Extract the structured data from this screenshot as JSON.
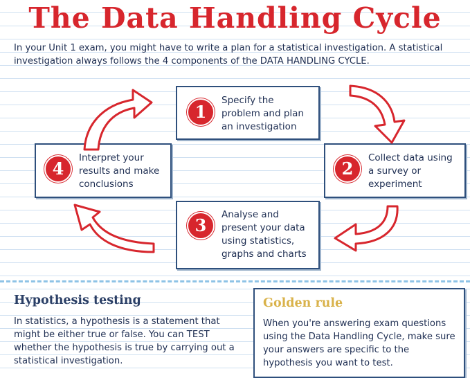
{
  "title": "The Data Handling Cycle",
  "intro": "In your Unit 1 exam, you might have to write a plan for a statistical investigation. A statistical investigation always follows the 4 components of the DATA HANDLING CYCLE.",
  "steps": [
    {
      "number": "1",
      "text": "Specify the problem and plan an investigation"
    },
    {
      "number": "2",
      "text": "Collect data using a survey or experiment"
    },
    {
      "number": "3",
      "text": "Analyse and present your data using statistics, graphs and charts"
    },
    {
      "number": "4",
      "text": "Interpret your results and make conclusions"
    }
  ],
  "hypothesis": {
    "title": "Hypothesis testing",
    "body": "In statistics, a hypothesis is a statement that might be either true or false. You can TEST whether the hypothesis is true by carrying out a statistical investigation."
  },
  "golden_rule": {
    "title": "Golden rule",
    "body": "When you're answering exam questions using the Data Handling Cycle, make sure your answers are specific to the hypothesis you want to test."
  },
  "colors": {
    "accent_red": "#d7262d",
    "box_border": "#2e4f7c",
    "golden": "#d9b24a",
    "divider": "#8ec3e6"
  },
  "icons": [
    "curved-arrow-icon"
  ]
}
